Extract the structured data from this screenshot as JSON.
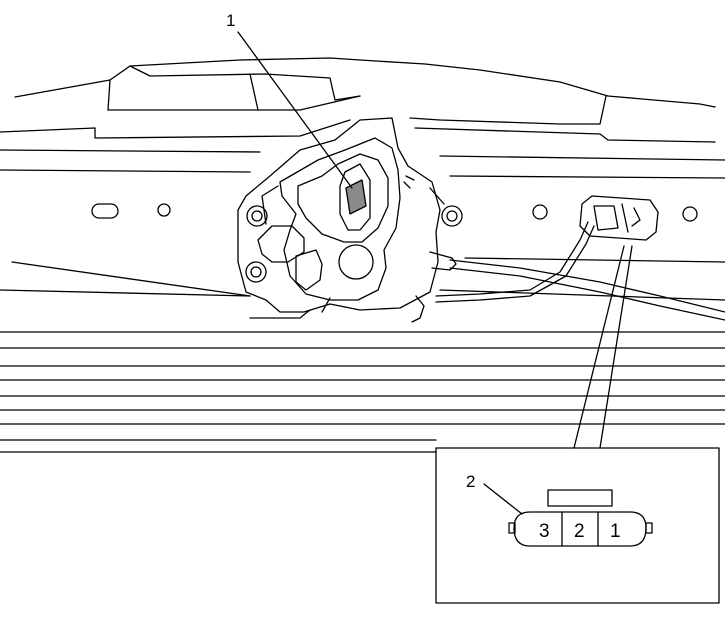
{
  "callouts": {
    "latch": "1",
    "connector": "2"
  },
  "connector_pins": [
    "3",
    "2",
    "1"
  ],
  "colors": {
    "line": "#000000",
    "background": "#ffffff",
    "shade": "#8a8a8a"
  }
}
